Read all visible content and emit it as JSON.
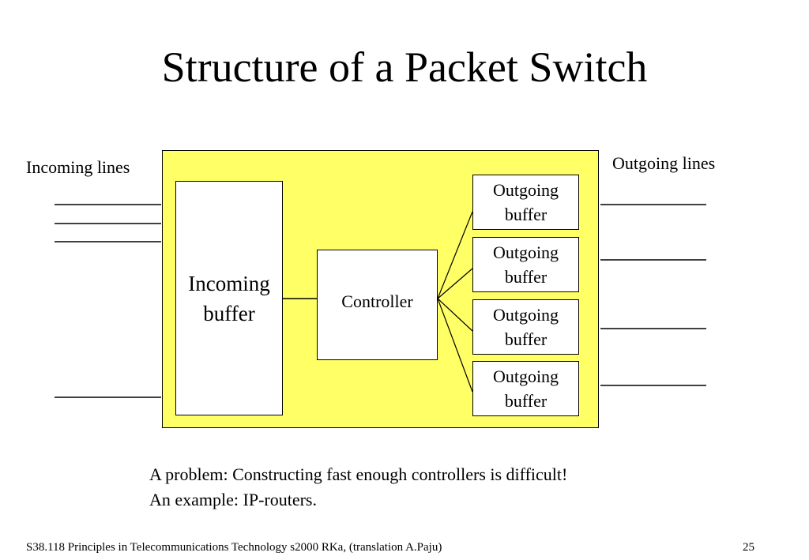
{
  "slide": {
    "title": "Structure of a Packet Switch",
    "incoming_lines_label": "Incoming lines",
    "outgoing_lines_label": "Outgoing lines",
    "incoming_buffer": [
      "Incoming",
      "buffer"
    ],
    "controller": "Controller",
    "outgoing_buffers": [
      [
        "Outgoing",
        "buffer"
      ],
      [
        "Outgoing",
        "buffer"
      ],
      [
        "Outgoing",
        "buffer"
      ],
      [
        "Outgoing",
        "buffer"
      ]
    ],
    "caption": [
      "A problem: Constructing fast enough controllers is difficult!",
      "An example: IP-routers."
    ],
    "footer": "S38.118 Principles in Telecommunications Technology s2000 RKa,  (translation A.Paju)",
    "slide_number": "25"
  },
  "colors": {
    "switch_fill": "#ffff66",
    "box_fill": "#ffffff",
    "line": "#000000"
  }
}
